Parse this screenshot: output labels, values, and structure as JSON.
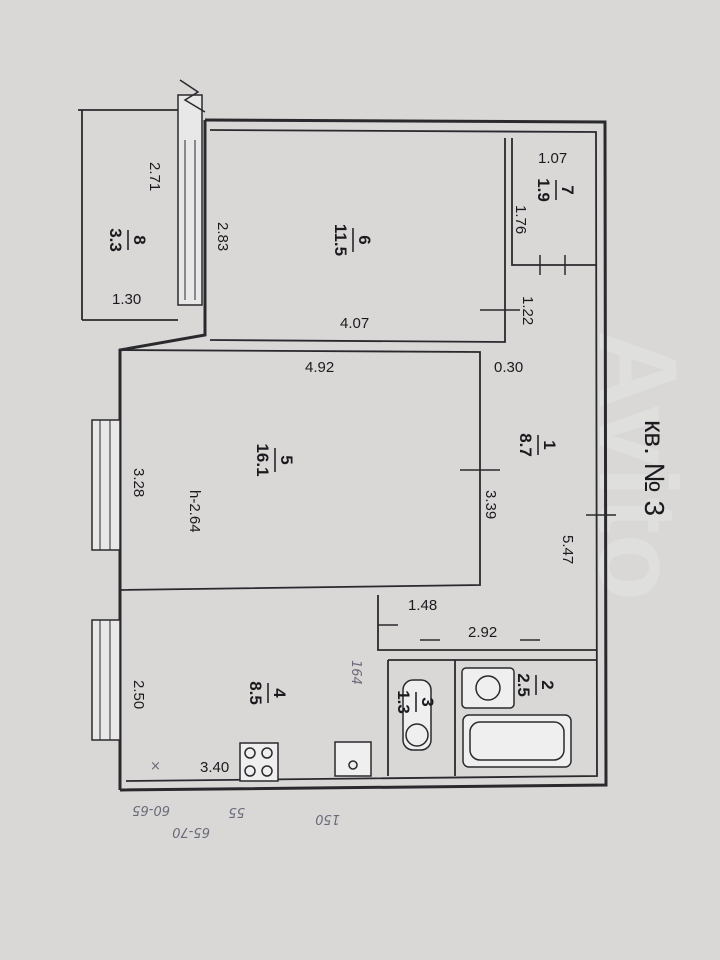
{
  "title": "кв. № 3",
  "watermark": "Avito",
  "rooms": [
    {
      "id": "1",
      "num": "1",
      "area": "8.7"
    },
    {
      "id": "2",
      "num": "2",
      "area": "2.5"
    },
    {
      "id": "3",
      "num": "3",
      "area": "1.3"
    },
    {
      "id": "4",
      "num": "4",
      "area": "8.5"
    },
    {
      "id": "5",
      "num": "5",
      "area": "16.1"
    },
    {
      "id": "6",
      "num": "6",
      "area": "11.5"
    },
    {
      "id": "7",
      "num": "7",
      "area": "1.9"
    },
    {
      "id": "8",
      "num": "8",
      "area": "3.3"
    }
  ],
  "dimensions": {
    "d_107": "1.07",
    "d_176": "1.76",
    "d_271": "2.71",
    "d_283": "2.83",
    "d_130": "1.30",
    "d_407": "4.07",
    "d_122": "1.22",
    "d_492": "4.92",
    "d_030": "0.30",
    "d_328": "3.28",
    "d_339": "3.39",
    "d_547": "5.47",
    "d_148": "1.48",
    "d_292": "2.92",
    "d_250": "2.50",
    "d_340": "3.40"
  },
  "ceiling_height": "h-2.64",
  "handwritten": {
    "a": "164",
    "b": "150",
    "c": "55",
    "d": "60-65",
    "e": "65-70"
  }
}
